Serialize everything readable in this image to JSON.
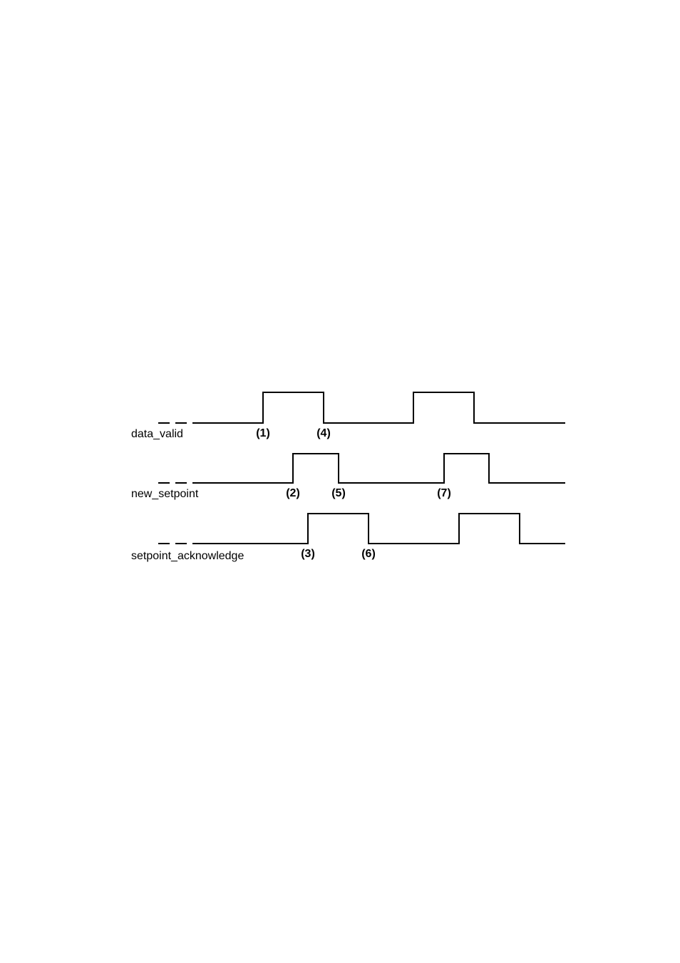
{
  "signals": [
    {
      "name": "data_valid",
      "events": [
        {
          "label": "(1)"
        },
        {
          "label": "(4)"
        }
      ]
    },
    {
      "name": "new_setpoint",
      "events": [
        {
          "label": "(2)"
        },
        {
          "label": "(5)"
        },
        {
          "label": "(7)"
        }
      ]
    },
    {
      "name": "setpoint_acknowledge",
      "events": [
        {
          "label": "(3)"
        },
        {
          "label": "(6)"
        }
      ]
    }
  ],
  "colors": {
    "line": "#000000",
    "background": "#ffffff"
  }
}
